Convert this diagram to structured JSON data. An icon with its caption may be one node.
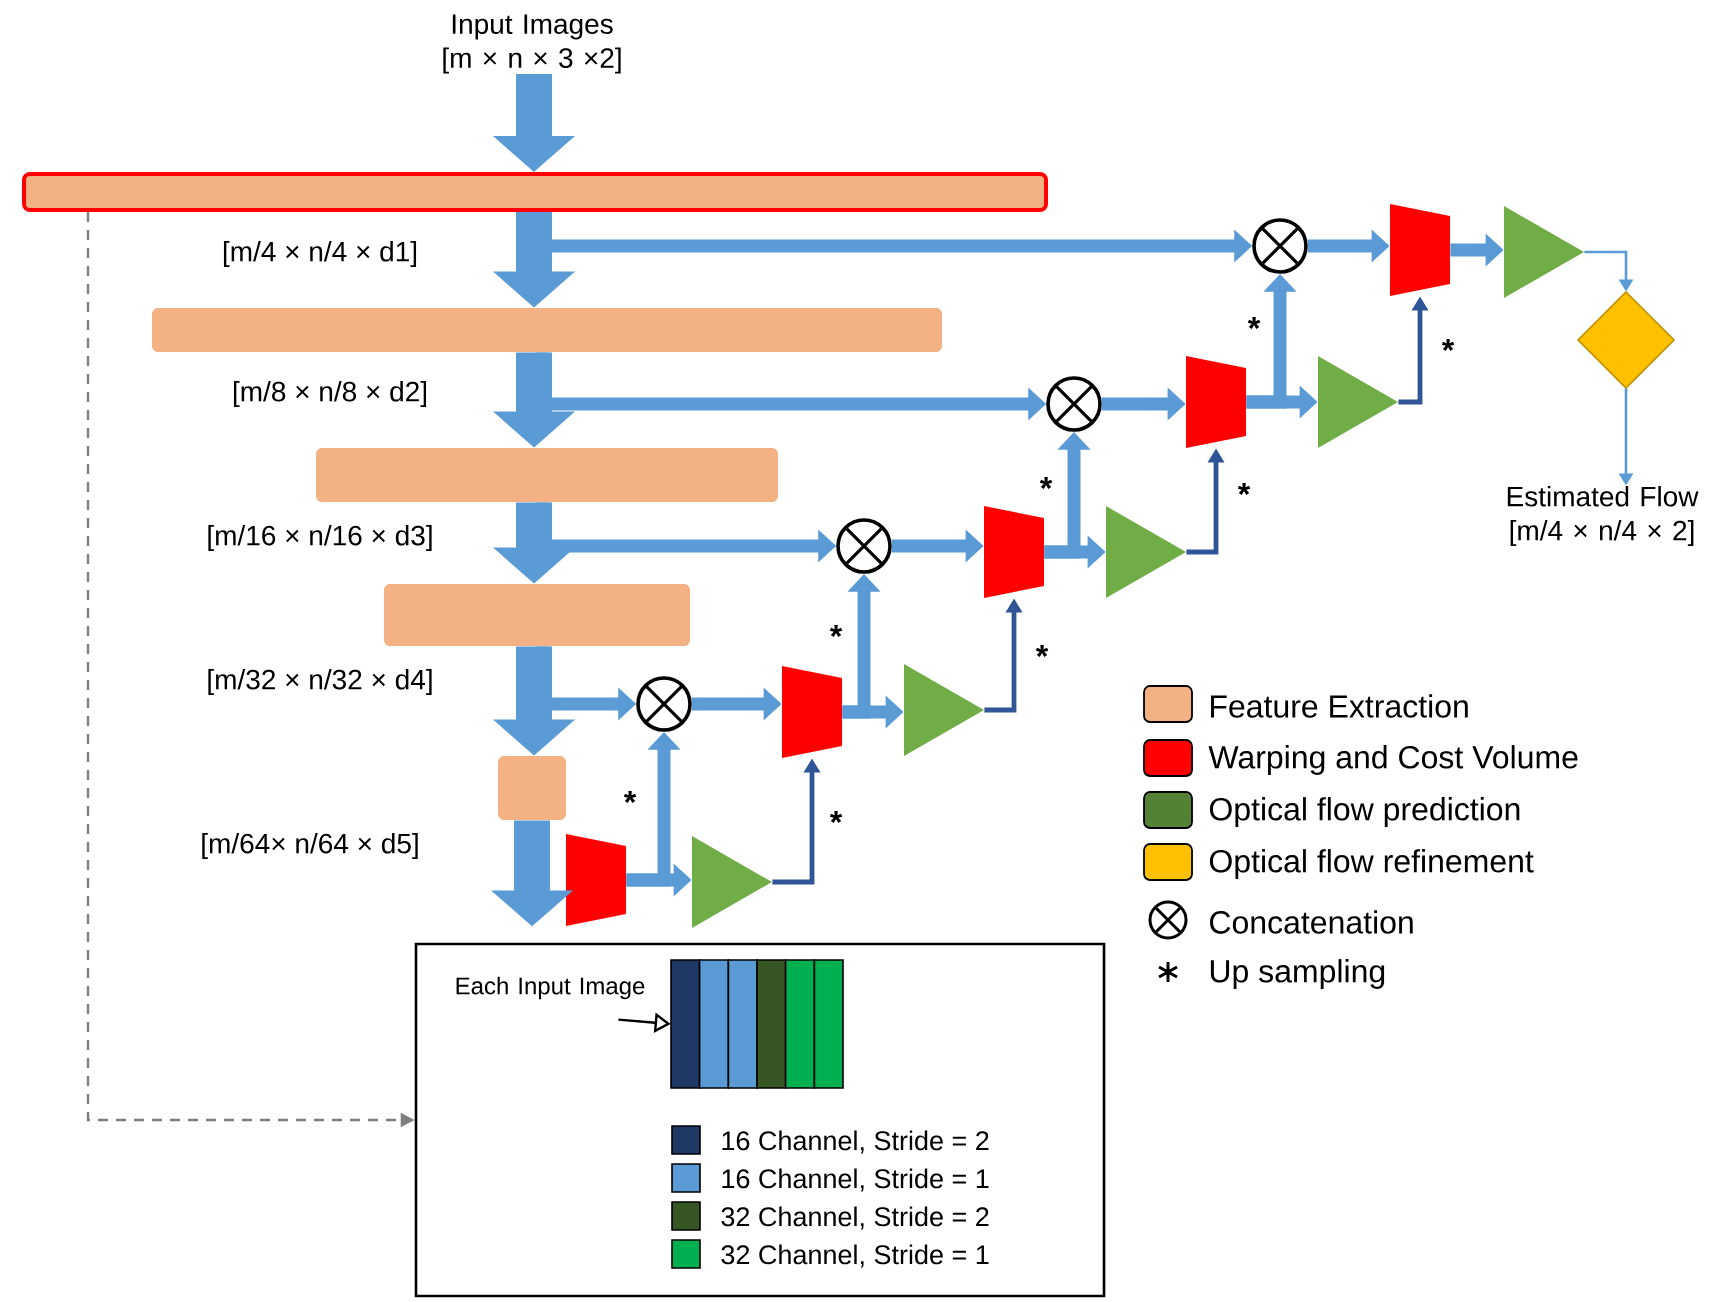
{
  "diagram": {
    "nodes": [
      {
        "text": [
          "Input Images [m × n × 3 ×2]"
        ]
      },
      {
        "text": [],
        "shape": "box"
      },
      {
        "text": [],
        "shape": "box"
      },
      {
        "text": [],
        "shape": "box"
      },
      {
        "text": [],
        "shape": "box"
      },
      {
        "text": [],
        "shape": "box"
      },
      {
        "text": [],
        "shape": "trapezoid"
      },
      {
        "text": [],
        "shape": "triangle"
      },
      {
        "text": [],
        "shape": "circle"
      },
      {
        "text": [],
        "shape": "trapezoid"
      },
      {
        "text": [],
        "shape": "triangle"
      },
      {
        "text": [],
        "shape": "circle"
      },
      {
        "text": [],
        "shape": "trapezoid"
      },
      {
        "text": [],
        "shape": "triangle"
      },
      {
        "text": [],
        "shape": "circle"
      },
      {
        "text": [],
        "shape": "trapezoid"
      },
      {
        "text": [],
        "shape": "triangle"
      },
      {
        "text": [],
        "shape": "circle"
      },
      {
        "text": [],
        "shape": "trapezoid"
      },
      {
        "text": [],
        "shape": "triangle"
      },
      {
        "text": [],
        "shape": "diamond"
      },
      {
        "text": [
          "Estimated Flow [m/4 × n/4 × 2]"
        ]
      },
      {
        "text": [],
        "shape": "box"
      },
      {
        "text": [
          "Each Input Image"
        ],
        "in": 22
      },
      {
        "text": [],
        "shape": "box",
        "in": 22
      }
    ],
    "edges": [
      {
        "from": 0,
        "to": 1,
        "arrow": "to",
        "style": "thick"
      },
      {
        "from": 1,
        "to": 2,
        "arrow": "to",
        "style": "thick",
        "label": "[m/4 × n/4 × d1]"
      },
      {
        "from": 2,
        "to": 3,
        "arrow": "to",
        "style": "thick",
        "label": "[m/8 × n/8 × d2]"
      },
      {
        "from": 3,
        "to": 4,
        "arrow": "to",
        "style": "thick",
        "label": "[m/16 × n/16 × d3]"
      },
      {
        "from": 4,
        "to": 5,
        "arrow": "to",
        "style": "thick",
        "label": "[m/32 × n/32 × d4]"
      },
      {
        "from": 5,
        "to": 6,
        "arrow": "to",
        "style": "thick",
        "label": "[m/64× n/64 × d5]"
      },
      {
        "from": 1,
        "to": 17,
        "arrow": "to"
      },
      {
        "from": 2,
        "to": 14,
        "arrow": "to"
      },
      {
        "from": 3,
        "to": 11,
        "arrow": "to"
      },
      {
        "from": 4,
        "to": 8,
        "arrow": "to"
      },
      {
        "from": 6,
        "to": 7,
        "arrow": "to"
      },
      {
        "from": 6,
        "to": 8,
        "arrow": "to",
        "label": "*"
      },
      {
        "from": 7,
        "to": 9,
        "arrow": "to",
        "label": "*",
        "color": "#2f5597"
      },
      {
        "from": 8,
        "to": 9,
        "arrow": "to"
      },
      {
        "from": 9,
        "to": 10,
        "arrow": "to"
      },
      {
        "from": 9,
        "to": 11,
        "arrow": "to",
        "label": "*"
      },
      {
        "from": 10,
        "to": 12,
        "arrow": "to",
        "label": "*",
        "color": "#2f5597"
      },
      {
        "from": 11,
        "to": 12,
        "arrow": "to"
      },
      {
        "from": 12,
        "to": 13,
        "arrow": "to"
      },
      {
        "from": 12,
        "to": 14,
        "arrow": "to",
        "label": "*"
      },
      {
        "from": 13,
        "to": 15,
        "arrow": "to",
        "label": "*",
        "color": "#2f5597"
      },
      {
        "from": 14,
        "to": 15,
        "arrow": "to"
      },
      {
        "from": 15,
        "to": 16,
        "arrow": "to"
      },
      {
        "from": 15,
        "to": 17,
        "arrow": "to",
        "label": "*"
      },
      {
        "from": 16,
        "to": 18,
        "arrow": "to",
        "label": "*",
        "color": "#2f5597"
      },
      {
        "from": 17,
        "to": 18,
        "arrow": "to"
      },
      {
        "from": 18,
        "to": 19,
        "arrow": "to"
      },
      {
        "from": 19,
        "to": 20,
        "arrow": "to"
      },
      {
        "from": 20,
        "to": 21,
        "arrow": "to"
      },
      {
        "from": 1,
        "to": 22,
        "arrow": "to",
        "style": "dashed",
        "color": "#7f7f7f"
      },
      {
        "from": 23,
        "to": 24,
        "arrow": "to",
        "color": "#000000"
      }
    ],
    "legend": [
      {
        "text": "Feature Extraction",
        "color": "#f4b183"
      },
      {
        "text": "Warping and Cost Volume",
        "color": "#ff0000"
      },
      {
        "text": "Optical flow prediction",
        "color": "#548235"
      },
      {
        "text": "Optical flow refinement",
        "color": "#ffc000"
      },
      {
        "text": "Concatenation"
      },
      {
        "text": "Up sampling"
      },
      {
        "text": "16 Channel, Stride = 2",
        "color": "#203864"
      },
      {
        "text": "16 Channel, Stride = 1",
        "color": "#5b9bd5"
      },
      {
        "text": "32 Channel, Stride = 2",
        "color": "#375623"
      },
      {
        "text": "32 Channel, Stride = 1",
        "color": "#00b050"
      }
    ]
  }
}
